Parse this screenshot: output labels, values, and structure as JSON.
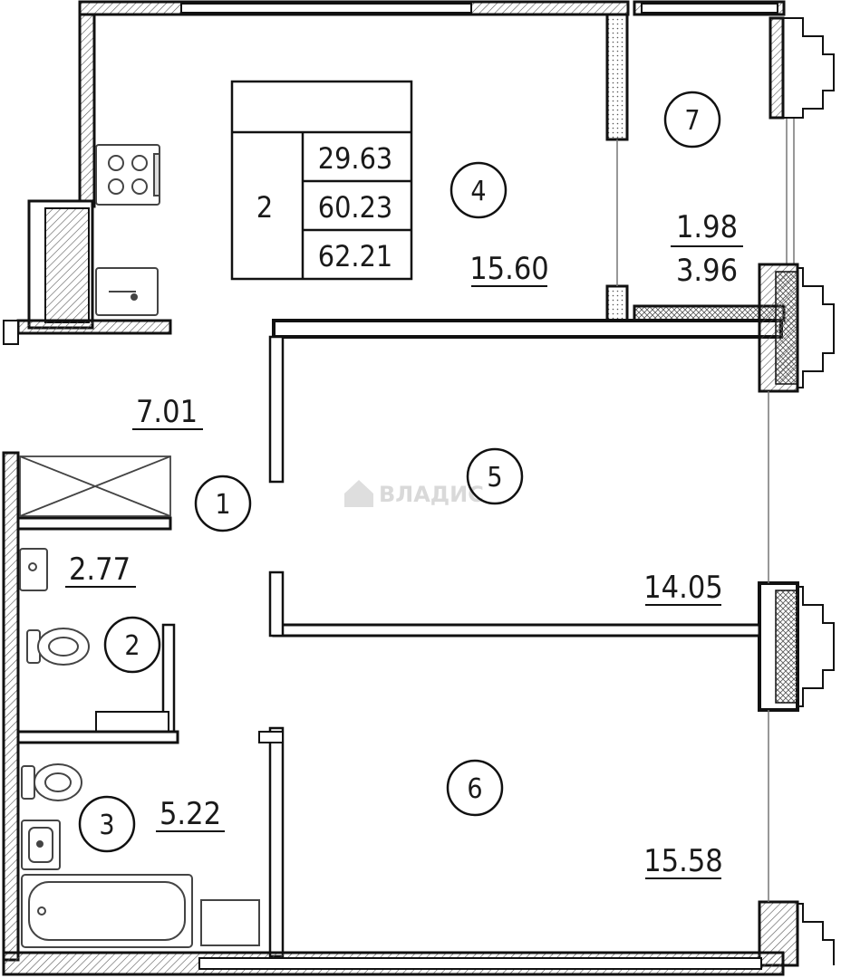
{
  "apartment": {
    "rooms_count": "2",
    "living_area": "29.63",
    "total_area": "60.23",
    "total_area_with_balcony": "62.21"
  },
  "rooms": [
    {
      "number": "1",
      "area": "7.01"
    },
    {
      "number": "2",
      "area": "2.77"
    },
    {
      "number": "3",
      "area": "5.22"
    },
    {
      "number": "4",
      "area": "15.60"
    },
    {
      "number": "5",
      "area": "14.05"
    },
    {
      "number": "6",
      "area": "15.58"
    },
    {
      "number": "7",
      "area": "1.98",
      "area_coef": "3.96"
    }
  ],
  "watermark": "ВЛАДИС"
}
